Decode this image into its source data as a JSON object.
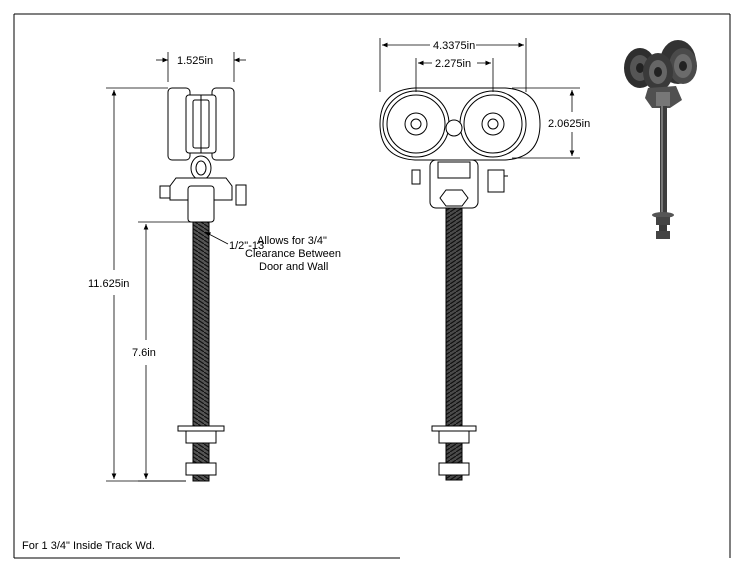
{
  "side_view": {
    "width_dim": "1.525in",
    "overall_height_dim": "11.625in",
    "bolt_length_dim": "7.6in",
    "thread_label": "1/2\"-13",
    "note_line1": "Allows for 3/4\"",
    "note_line2": "Clearance Between",
    "note_line3": "Door and Wall"
  },
  "front_view": {
    "overall_width_dim": "4.3375in",
    "wheel_spacing_dim": "2.275in",
    "wheel_height_dim": "2.0625in"
  },
  "footer": {
    "text": "For 1 3/4\" Inside Track Wd."
  },
  "colors": {
    "line": "#000000",
    "part_fill": "#ffffff",
    "render_dark": "#3a3a3a",
    "render_mid": "#6b6b6b"
  }
}
